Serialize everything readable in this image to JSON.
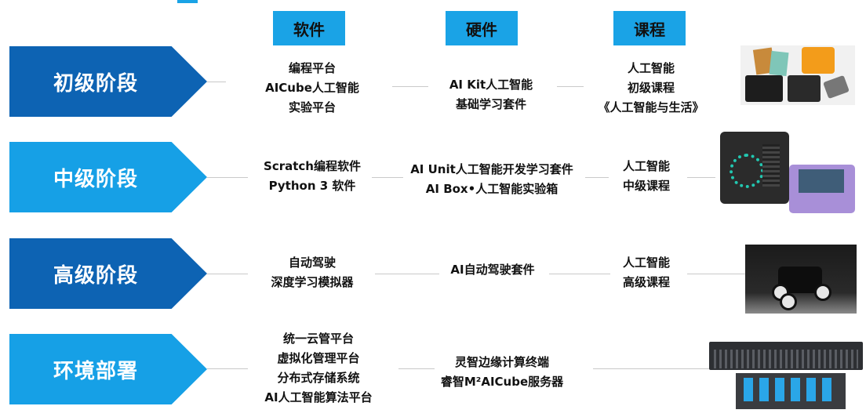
{
  "headers": {
    "software": "软件",
    "hardware": "硬件",
    "course": "课程"
  },
  "rows": [
    {
      "stage": "初级阶段",
      "software": [
        "编程平台",
        "AICube人工智能",
        "实验平台"
      ],
      "hardware": [
        "AI Kit人工智能",
        "基础学习套件"
      ],
      "course": [
        "人工智能",
        "初级课程",
        "《人工智能与生活》"
      ]
    },
    {
      "stage": "中级阶段",
      "software": [
        "Scratch编程软件",
        "Python 3 软件"
      ],
      "hardware": [
        "AI Unit人工智能开发学习套件",
        "AI Box•人工智能实验箱"
      ],
      "course": [
        "人工智能",
        "中级课程"
      ]
    },
    {
      "stage": "高级阶段",
      "software": [
        "自动驾驶",
        "深度学习模拟器"
      ],
      "hardware": [
        "AI自动驾驶套件"
      ],
      "course": [
        "人工智能",
        "高级课程"
      ]
    },
    {
      "stage": "环境部署",
      "software": [
        "统一云管平台",
        "虚拟化管理平台",
        "分布式存储系统",
        "AI人工智能算法平台"
      ],
      "hardware": [
        "灵智边缘计算终端",
        "睿智M²AICube服务器"
      ],
      "course": []
    }
  ],
  "colors": {
    "header": "#1aa3e6",
    "stage_dark": "#0d63b3",
    "stage_light": "#16a0e6",
    "connector": "#c9c9c9"
  },
  "images": [
    "ai-kit-photo",
    "ai-box-photo",
    "autonomous-car-photo",
    "server-photo"
  ]
}
